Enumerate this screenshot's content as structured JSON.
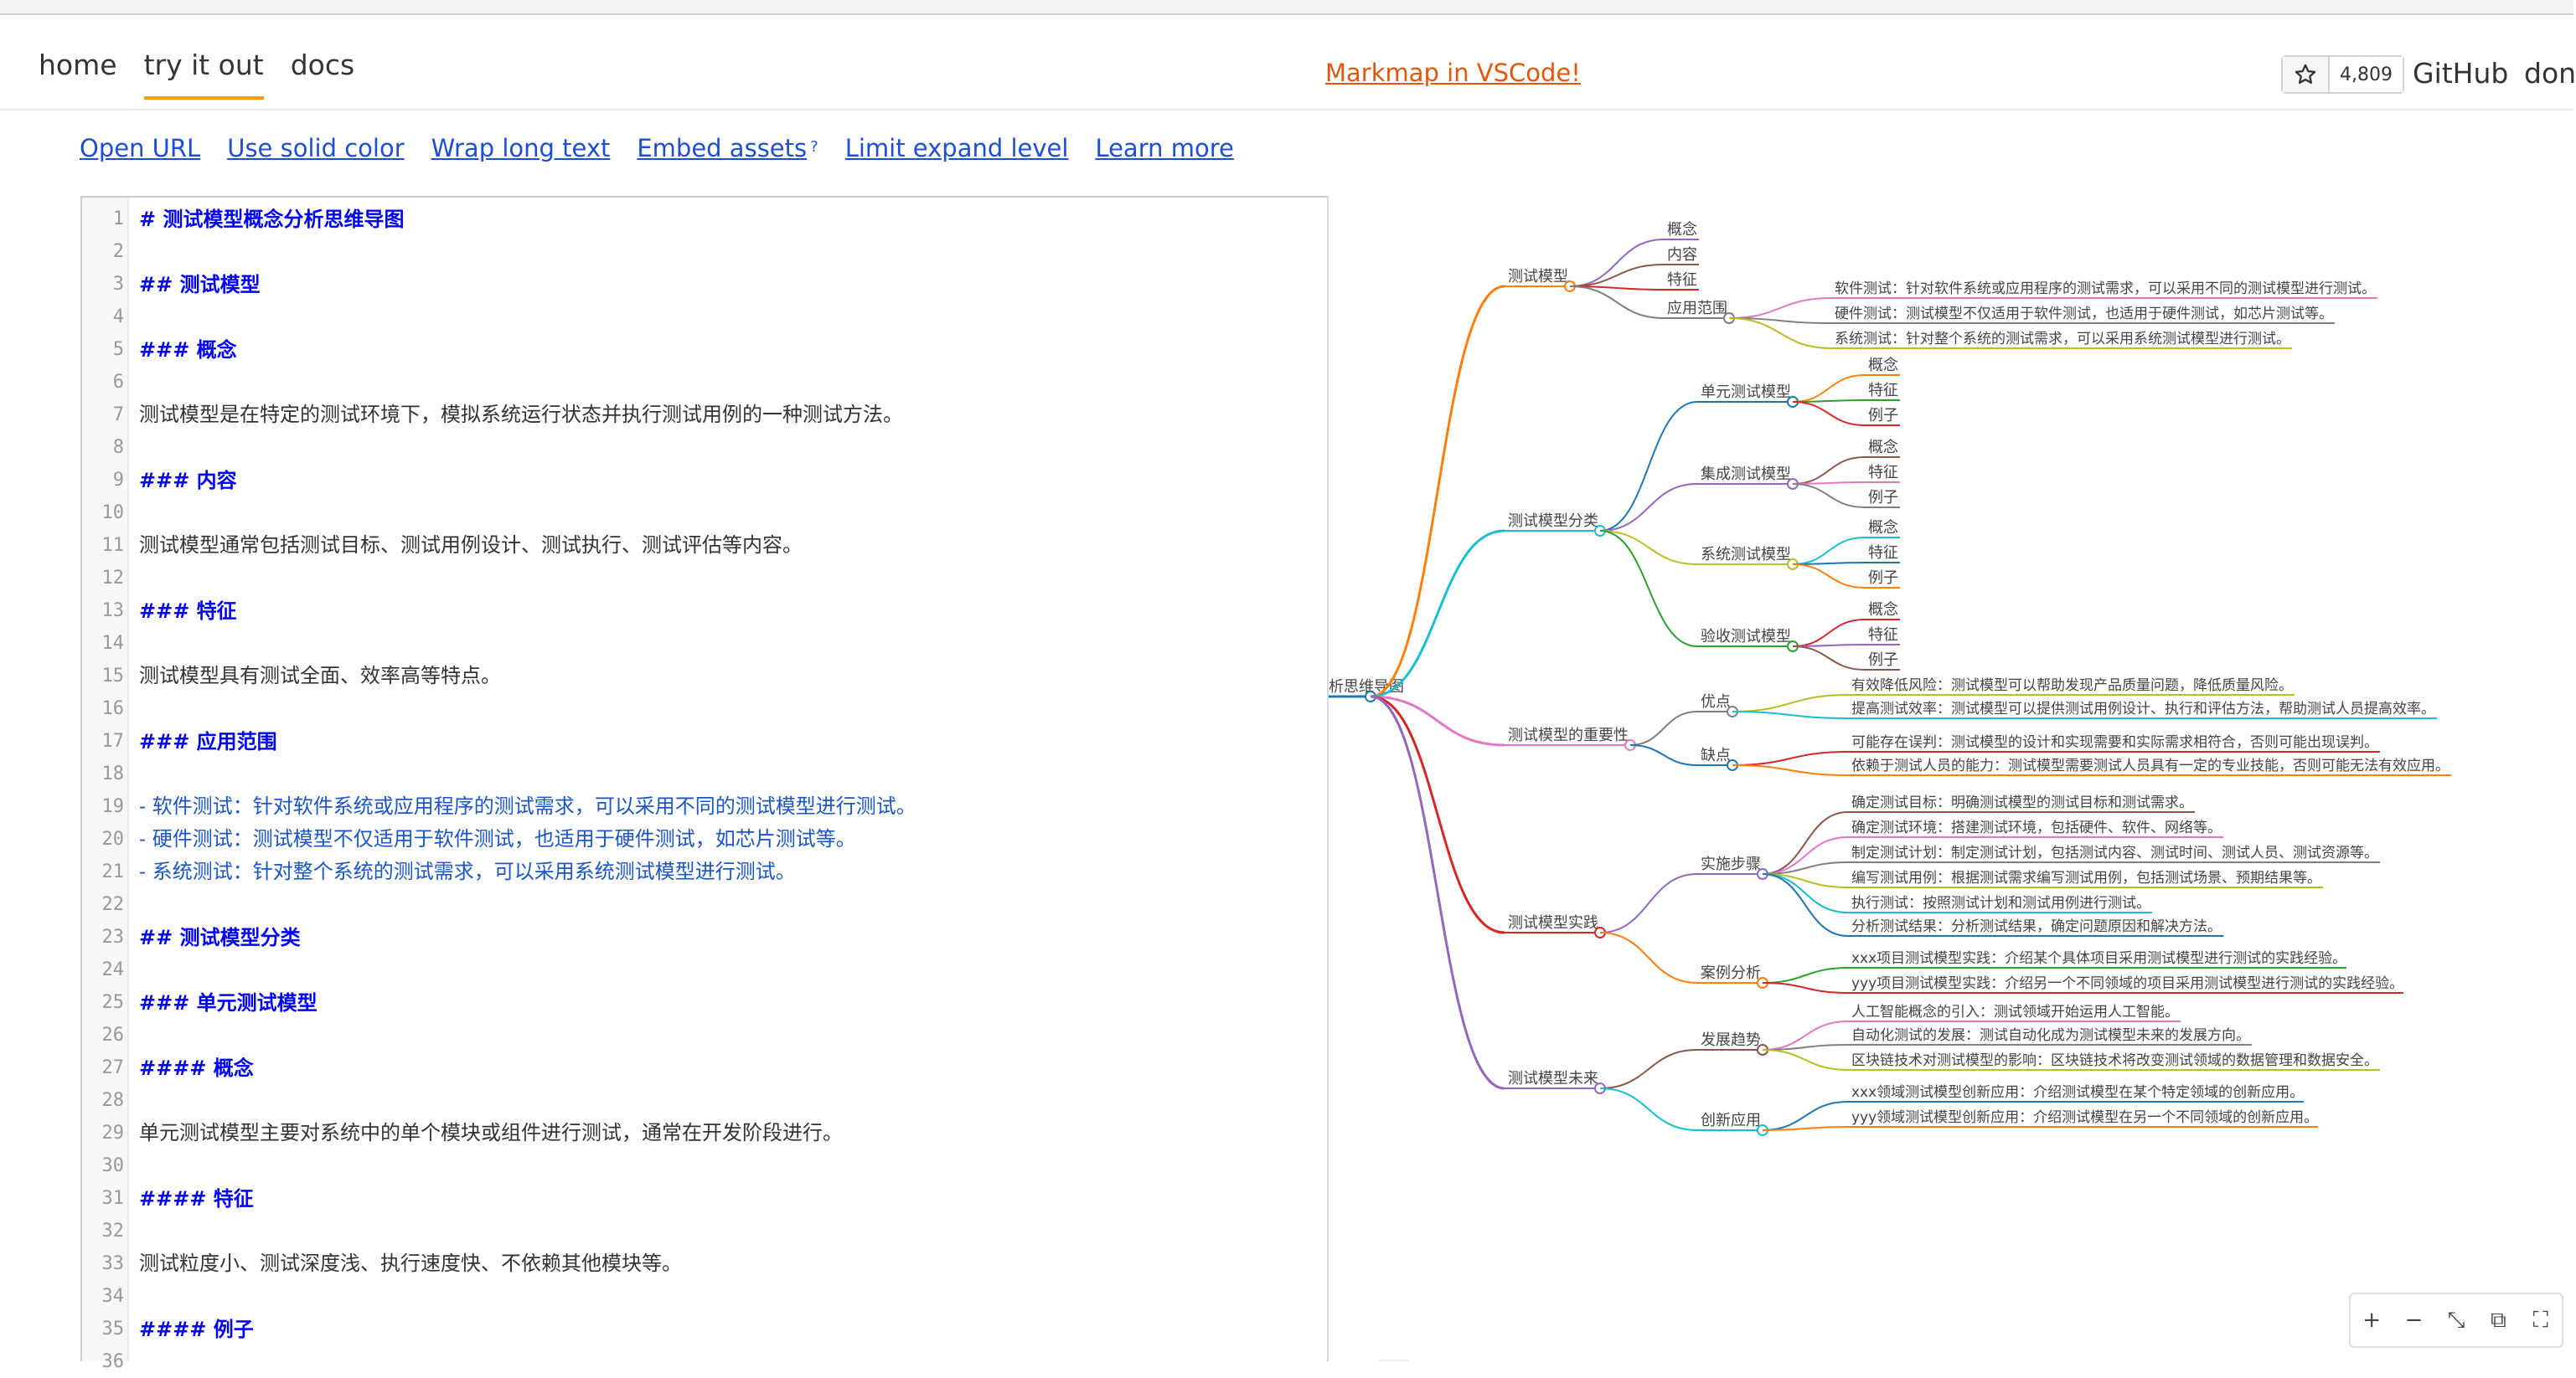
{
  "nav": {
    "items": [
      "home",
      "try it out",
      "docs"
    ]
  },
  "vscode_link": "Markmap in VSCode!",
  "github": {
    "star_count": "4,809",
    "label": "GitHub",
    "extra": "don"
  },
  "toolbar": {
    "items": [
      "Open URL",
      "Use solid color",
      "Wrap long text",
      "Embed assets",
      "Limit expand level",
      "Learn more"
    ],
    "embed_hint": "?"
  },
  "editor": {
    "lines": [
      {
        "n": "1",
        "t": "# 测试模型概念分析思维导图",
        "k": "heading"
      },
      {
        "n": "2",
        "t": "",
        "k": "plain"
      },
      {
        "n": "3",
        "t": "## 测试模型",
        "k": "heading"
      },
      {
        "n": "4",
        "t": "",
        "k": "plain"
      },
      {
        "n": "5",
        "t": "### 概念",
        "k": "heading"
      },
      {
        "n": "6",
        "t": "",
        "k": "plain"
      },
      {
        "n": "7",
        "t": "测试模型是在特定的测试环境下，模拟系统运行状态并执行测试用例的一种测试方法。",
        "k": "plain"
      },
      {
        "n": "8",
        "t": "",
        "k": "plain"
      },
      {
        "n": "9",
        "t": "### 内容",
        "k": "heading"
      },
      {
        "n": "10",
        "t": "",
        "k": "plain"
      },
      {
        "n": "11",
        "t": "测试模型通常包括测试目标、测试用例设计、测试执行、测试评估等内容。",
        "k": "plain"
      },
      {
        "n": "12",
        "t": "",
        "k": "plain"
      },
      {
        "n": "13",
        "t": "### 特征",
        "k": "heading"
      },
      {
        "n": "14",
        "t": "",
        "k": "plain"
      },
      {
        "n": "15",
        "t": "测试模型具有测试全面、效率高等特点。",
        "k": "plain"
      },
      {
        "n": "16",
        "t": "",
        "k": "plain"
      },
      {
        "n": "17",
        "t": "### 应用范围",
        "k": "heading"
      },
      {
        "n": "18",
        "t": "",
        "k": "plain"
      },
      {
        "n": "19",
        "t": "- 软件测试：针对软件系统或应用程序的测试需求，可以采用不同的测试模型进行测试。",
        "k": "list"
      },
      {
        "n": "20",
        "t": "- 硬件测试：测试模型不仅适用于软件测试，也适用于硬件测试，如芯片测试等。",
        "k": "list"
      },
      {
        "n": "21",
        "t": "- 系统测试：针对整个系统的测试需求，可以采用系统测试模型进行测试。",
        "k": "list"
      },
      {
        "n": "22",
        "t": "",
        "k": "plain"
      },
      {
        "n": "23",
        "t": "## 测试模型分类",
        "k": "heading"
      },
      {
        "n": "24",
        "t": "",
        "k": "plain"
      },
      {
        "n": "25",
        "t": "### 单元测试模型",
        "k": "heading"
      },
      {
        "n": "26",
        "t": "",
        "k": "plain"
      },
      {
        "n": "27",
        "t": "#### 概念",
        "k": "heading"
      },
      {
        "n": "28",
        "t": "",
        "k": "plain"
      },
      {
        "n": "29",
        "t": "单元测试模型主要对系统中的单个模块或组件进行测试，通常在开发阶段进行。",
        "k": "plain"
      },
      {
        "n": "30",
        "t": "",
        "k": "plain"
      },
      {
        "n": "31",
        "t": "#### 特征",
        "k": "heading"
      },
      {
        "n": "32",
        "t": "",
        "k": "plain"
      },
      {
        "n": "33",
        "t": "测试粒度小、测试深度浅、执行速度快、不依赖其他模块等。",
        "k": "plain"
      },
      {
        "n": "34",
        "t": "",
        "k": "plain"
      },
      {
        "n": "35",
        "t": "#### 例子",
        "k": "heading"
      },
      {
        "n": "36",
        "t": "",
        "k": "plain"
      }
    ]
  },
  "mindmap": {
    "root": "析思维导图",
    "colors": {
      "orange": "#ff7f0e",
      "blue": "#1f77b4",
      "teal": "#17becf",
      "pink": "#e377c2",
      "red": "#d62728",
      "purple": "#9467bd",
      "green": "#2ca02c",
      "olive": "#bcbd22",
      "brown": "#8c564b",
      "gray": "#7f7f7f"
    },
    "branches": [
      {
        "label": "测试模型",
        "color": "orange",
        "children": [
          {
            "label": "概念",
            "color": "purple"
          },
          {
            "label": "内容",
            "color": "brown"
          },
          {
            "label": "特征",
            "color": "red"
          },
          {
            "label": "应用范围",
            "color": "gray",
            "children": [
              {
                "label": "软件测试：针对软件系统或应用程序的测试需求，可以采用不同的测试模型进行测试。",
                "color": "pink"
              },
              {
                "label": "硬件测试：测试模型不仅适用于软件测试，也适用于硬件测试，如芯片测试等。",
                "color": "gray"
              },
              {
                "label": "系统测试：针对整个系统的测试需求，可以采用系统测试模型进行测试。",
                "color": "olive"
              }
            ]
          }
        ]
      },
      {
        "label": "测试模型分类",
        "color": "teal",
        "children": [
          {
            "label": "单元测试模型",
            "color": "blue",
            "children": [
              {
                "label": "概念",
                "color": "orange"
              },
              {
                "label": "特征",
                "color": "green"
              },
              {
                "label": "例子",
                "color": "red"
              }
            ]
          },
          {
            "label": "集成测试模型",
            "color": "purple",
            "children": [
              {
                "label": "概念",
                "color": "brown"
              },
              {
                "label": "特征",
                "color": "pink"
              },
              {
                "label": "例子",
                "color": "gray"
              }
            ]
          },
          {
            "label": "系统测试模型",
            "color": "olive",
            "children": [
              {
                "label": "概念",
                "color": "teal"
              },
              {
                "label": "特征",
                "color": "blue"
              },
              {
                "label": "例子",
                "color": "orange"
              }
            ]
          },
          {
            "label": "验收测试模型",
            "color": "green",
            "children": [
              {
                "label": "概念",
                "color": "red"
              },
              {
                "label": "特征",
                "color": "purple"
              },
              {
                "label": "例子",
                "color": "brown"
              }
            ]
          }
        ]
      },
      {
        "label": "测试模型的重要性",
        "color": "pink",
        "children": [
          {
            "label": "优点",
            "color": "gray",
            "children": [
              {
                "label": "有效降低风险：测试模型可以帮助发现产品质量问题，降低质量风险。",
                "color": "olive"
              },
              {
                "label": "提高测试效率：测试模型可以提供测试用例设计、执行和评估方法，帮助测试人员提高效率。",
                "color": "teal"
              }
            ]
          },
          {
            "label": "缺点",
            "color": "blue",
            "children": [
              {
                "label": "可能存在误判：测试模型的设计和实现需要和实际需求相符合，否则可能出现误判。",
                "color": "red"
              },
              {
                "label": "依赖于测试人员的能力：测试模型需要测试人员具有一定的专业技能，否则可能无法有效应用。",
                "color": "orange"
              }
            ]
          }
        ]
      },
      {
        "label": "测试模型实践",
        "color": "red",
        "children": [
          {
            "label": "实施步骤",
            "color": "purple",
            "children": [
              {
                "label": "确定测试目标：明确测试模型的测试目标和测试需求。",
                "color": "brown"
              },
              {
                "label": "确定测试环境：搭建测试环境，包括硬件、软件、网络等。",
                "color": "pink"
              },
              {
                "label": "制定测试计划：制定测试计划，包括测试内容、测试时间、测试人员、测试资源等。",
                "color": "gray"
              },
              {
                "label": "编写测试用例：根据测试需求编写测试用例，包括测试场景、预期结果等。",
                "color": "olive"
              },
              {
                "label": "执行测试：按照测试计划和测试用例进行测试。",
                "color": "teal"
              },
              {
                "label": "分析测试结果：分析测试结果，确定问题原因和解决方法。",
                "color": "blue"
              }
            ]
          },
          {
            "label": "案例分析",
            "color": "orange",
            "children": [
              {
                "label": "xxx项目测试模型实践：介绍某个具体项目采用测试模型进行测试的实践经验。",
                "color": "green"
              },
              {
                "label": "yyy项目测试模型实践：介绍另一个不同领域的项目采用测试模型进行测试的实践经验。",
                "color": "red"
              }
            ]
          }
        ]
      },
      {
        "label": "测试模型未来",
        "color": "purple",
        "children": [
          {
            "label": "发展趋势",
            "color": "brown",
            "children": [
              {
                "label": "人工智能概念的引入：测试领域开始运用人工智能。",
                "color": "pink"
              },
              {
                "label": "自动化测试的发展：测试自动化成为测试模型未来的发展方向。",
                "color": "gray"
              },
              {
                "label": "区块链技术对测试模型的影响：区块链技术将改变测试领域的数据管理和数据安全。",
                "color": "olive"
              }
            ]
          },
          {
            "label": "创新应用",
            "color": "teal",
            "children": [
              {
                "label": "xxx领域测试模型创新应用：介绍测试模型在某个特定领域的创新应用。",
                "color": "blue"
              },
              {
                "label": "yyy领域测试模型创新应用：介绍测试模型在另一个不同领域的创新应用。",
                "color": "orange"
              }
            ]
          }
        ]
      }
    ]
  },
  "zoom_controls": [
    "+",
    "−",
    "⤡",
    "⧉",
    "⛶"
  ]
}
